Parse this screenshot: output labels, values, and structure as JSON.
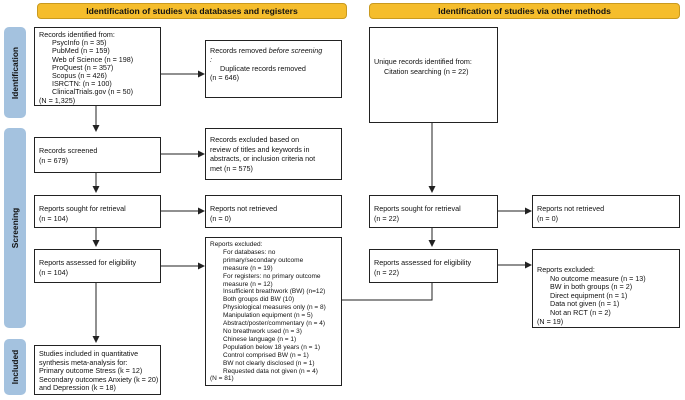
{
  "headers": {
    "left": "Identification of studies via databases and registers",
    "right": "Identification of studies via other methods"
  },
  "phases": {
    "identification": "Identification",
    "screening": "Screening",
    "included": "Included"
  },
  "colors": {
    "header": "#f5bd2c",
    "phase": "#a4c2df",
    "arrow": "#222222"
  },
  "records_identified": {
    "title": "Records identified from:",
    "sources": [
      "PsycInfo (n = 35)",
      "PubMed (n = 159)",
      "Web of Science (n = 198)",
      "ProQuest (n = 357)",
      "Scopus (n = 426)",
      "ISRCTN: (n = 100)",
      "ClinicalTrials.gov (n = 50)"
    ],
    "total": "(N = 1,325)"
  },
  "records_removed": {
    "title_pre": "Records removed ",
    "title_em": "before screening",
    "title_post": ":",
    "line": "Duplicate records removed",
    "count": "(n = 646)"
  },
  "records_screened": {
    "title": "Records screened",
    "count": "(n = 679)"
  },
  "records_excluded": {
    "lines": [
      "Records excluded based on",
      "review of titles and keywords in",
      "abstracts, or inclusion criteria not",
      "met (n = 575)"
    ]
  },
  "reports_sought_left": {
    "title": "Reports sought for retrieval",
    "count": "(n = 104)"
  },
  "reports_not_retrieved_left": {
    "title": "Reports not retrieved",
    "count": "(n = 0)"
  },
  "reports_assessed_left": {
    "title": "Reports assessed for eligibility",
    "count": "(n = 104)"
  },
  "reports_excluded_left": {
    "title": "Reports excluded:",
    "lines": [
      "For databases: no",
      "primary/secondary outcome",
      "measure (n = 19)",
      "For registers: no primary outcome",
      "measure (n = 12)",
      "Insufficient breathwork (BW) (n=12)",
      "Both groups did BW (10)",
      "Physiological measures only (n = 8)",
      "Manipulation equipment (n = 5)",
      "Abstract/poster/commentary (n = 4)",
      "No breathwork used (n = 3)",
      "Chinese language (n = 1)",
      "Population below 18 years (n = 1)",
      "Control comprised BW (n = 1)",
      "BW not clearly disclosed (n = 1)",
      "Requested data not given (n = 4)"
    ],
    "total": "(N = 81)"
  },
  "studies_included": {
    "lines": [
      "Studies included in quantitative",
      "synthesis meta-analysis for:",
      "Primary outcome Stress (k = 12)",
      "Secondary outcomes Anxiety (k = 20)",
      "and Depression (k = 18)"
    ]
  },
  "unique_records": {
    "title": "Unique records identified from:",
    "line": "Citation searching (n = 22)"
  },
  "reports_sought_right": {
    "title": "Reports sought for retrieval",
    "count": "(n = 22)"
  },
  "reports_not_retrieved_right": {
    "title": "Reports not retrieved",
    "count": "(n = 0)"
  },
  "reports_assessed_right": {
    "title": "Reports assessed for eligibility",
    "count": "(n = 22)"
  },
  "reports_excluded_right": {
    "title": "Reports excluded:",
    "lines": [
      "No outcome measure (n = 13)",
      "BW in both groups (n = 2)",
      "Direct equipment (n = 1)",
      "Data not given (n = 1)",
      "Not an RCT (n = 2)"
    ],
    "total": "(N = 19)"
  }
}
